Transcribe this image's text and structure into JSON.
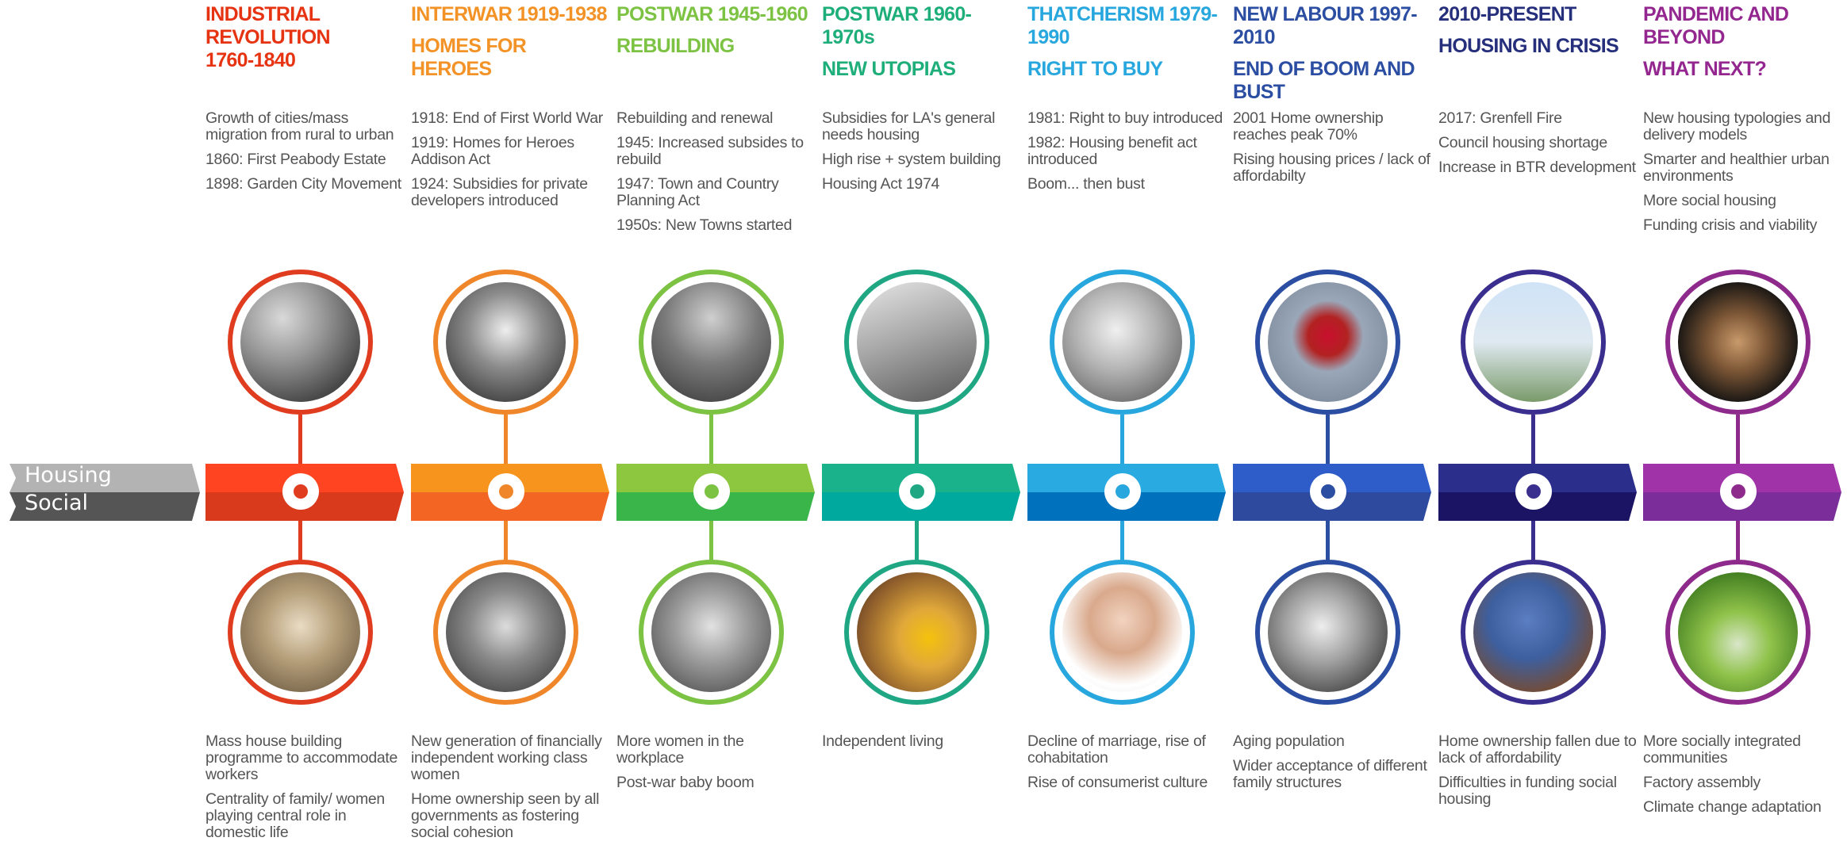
{
  "axis_labels": {
    "housing": "Housing",
    "social": "Social"
  },
  "periods": [
    {
      "title_line1": "INDUSTRIAL REVOLUTION",
      "title_line2": "1760-1840",
      "title_color": "#e63312",
      "band_colors": {
        "light": "#ff4422",
        "dark": "#d93a1c"
      },
      "ring_color": "#e03c1f",
      "housing_items": [
        "Growth of cities/mass migration from rural to urban",
        "1860: First Peabody Estate",
        "1898: Garden City Movement"
      ],
      "social_items": [
        "Mass house building programme to accommodate workers",
        "Centrality of family/ women playing central role in domestic life"
      ],
      "top_image": "industrial-city-photo",
      "bottom_image": "victorian-family-photo"
    },
    {
      "title_line1": "INTERWAR 1919-1938",
      "title_line2": "HOMES FOR HEROES",
      "title_color": "#f39226",
      "band_colors": {
        "light": "#f7941d",
        "dark": "#f26522"
      },
      "ring_color": "#f0862a",
      "housing_items": [
        "1918: End of First World War",
        "1919: Homes for Heroes Addison Act",
        "1924: Subsidies for private developers introduced"
      ],
      "social_items": [
        "New generation of financially independent working class women",
        "Home ownership seen by all governments as fostering social cohesion"
      ],
      "top_image": "soldiers-celebration-photo",
      "bottom_image": "women-workers-photo"
    },
    {
      "title_line1": "POSTWAR 1945-1960",
      "title_line2": "REBUILDING",
      "title_color": "#7cc243",
      "band_colors": {
        "light": "#8dc63f",
        "dark": "#39b54a"
      },
      "ring_color": "#7cc243",
      "housing_items": [
        "Rebuilding and renewal",
        "1945: Increased subsides to rebuild",
        "1947: Town and Country Planning Act",
        "1950s: New Towns started"
      ],
      "social_items": [
        "More women in the workplace",
        "Post-war baby boom"
      ],
      "top_image": "bomb-damage-photo",
      "bottom_image": "family-living-room-photo"
    },
    {
      "title_line1": "POSTWAR 1960-1970s",
      "title_line2": "NEW UTOPIAS",
      "title_color": "#1eae7a",
      "band_colors": {
        "light": "#19b28a",
        "dark": "#00a99d"
      },
      "ring_color": "#1fa784",
      "housing_items": [
        "Subsidies for LA's general needs housing",
        "High rise + system building",
        "Housing Act 1974"
      ],
      "social_items": [
        "Independent living"
      ],
      "top_image": "brutalist-estate-photo",
      "bottom_image": "seventies-interior-photo"
    },
    {
      "title_line1": "THATCHERISM  1979-1990",
      "title_line2": "RIGHT TO BUY",
      "title_color": "#27a7dd",
      "band_colors": {
        "light": "#29abe2",
        "dark": "#0071bc"
      },
      "ring_color": "#27a7dd",
      "housing_items": [
        "1981: Right to buy introduced",
        "1982: Housing benefit act introduced",
        "Boom... then bust"
      ],
      "social_items": [
        "Decline of marriage, rise of cohabitation",
        "Rise of consumerist culture"
      ],
      "top_image": "thatcher-visit-photo",
      "bottom_image": "phone-man-photo"
    },
    {
      "title_line1": "NEW LABOUR 1997- 2010",
      "title_line2": "END OF BOOM AND BUST",
      "title_color": "#2b4ea2",
      "band_colors": {
        "light": "#2e5cc8",
        "dark": "#2e4a9e"
      },
      "ring_color": "#2b4ea2",
      "housing_items": [
        "2001 Home ownership reaches peak 70%",
        "Rising housing prices / lack of affordabilty"
      ],
      "social_items": [
        "Aging population",
        "Wider acceptance of different family structures"
      ],
      "top_image": "sold-sign-photo",
      "bottom_image": "elderly-couple-photo"
    },
    {
      "title_line1": "2010-PRESENT",
      "title_line2": "HOUSING IN CRISIS",
      "title_color": "#262f7c",
      "band_colors": {
        "light": "#2c2e8c",
        "dark": "#1b1464"
      },
      "ring_color": "#3a2f8f",
      "housing_items": [
        "2017: Grenfell Fire",
        "Council housing shortage",
        "Increase in BTR development"
      ],
      "social_items": [
        "Home ownership fallen due to lack of affordability",
        "Difficulties in funding social housing"
      ],
      "top_image": "grenfell-tower-photo",
      "bottom_image": "makeshift-shelter-photo"
    },
    {
      "title_line1": "PANDEMIC AND BEYOND",
      "title_line2": "WHAT NEXT?",
      "title_color": "#93278f",
      "band_colors": {
        "light": "#a033a8",
        "dark": "#7b2e9a"
      },
      "ring_color": "#8e2a8c",
      "housing_items": [
        "New housing typologies and delivery models",
        "Smarter and healthier urban environments",
        "More social housing",
        "Funding crisis and viability"
      ],
      "social_items": [
        "More socially integrated communities",
        "Factory assembly",
        "Climate change adaptation"
      ],
      "top_image": "modular-building-photo",
      "bottom_image": "green-park-photo"
    }
  ]
}
